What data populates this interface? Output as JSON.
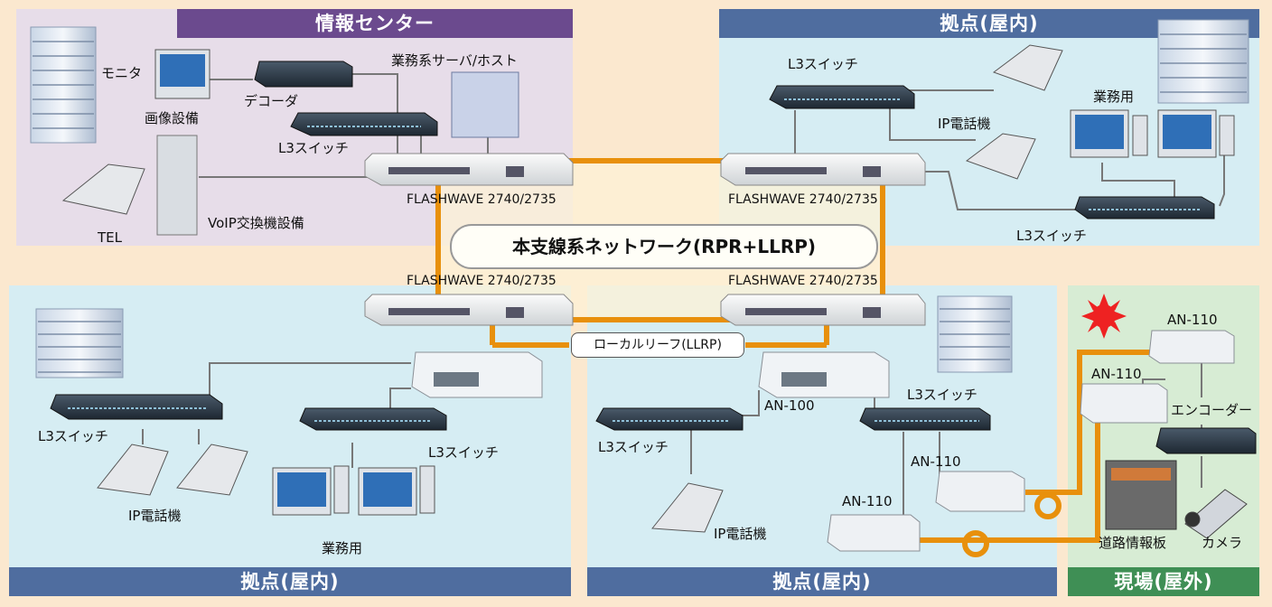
{
  "panels": {
    "info_center": {
      "title": "情報センター",
      "header_color": "#6b4a8e",
      "bg_color": "#e7dde9"
    },
    "site_top_right": {
      "title": "拠点(屋内)",
      "header_color": "#4f6d9f",
      "bg_color": "#d6edf3"
    },
    "site_bottom_left": {
      "title": "拠点(屋内)",
      "header_color": "#4f6d9f",
      "bg_color": "#d6edf3"
    },
    "site_bottom_mid": {
      "title": "拠点(屋内)",
      "header_color": "#4f6d9f",
      "bg_color": "#d6edf3"
    },
    "field": {
      "title": "現場(屋外)",
      "header_color": "#3f8f55",
      "bg_color": "#d7ecd4"
    }
  },
  "network": {
    "core_title": "本支線系ネットワーク(RPR+LLRP)",
    "local_leaf": "ローカルリーフ(LLRP)",
    "ring_color": "#e8900c"
  },
  "labels": {
    "monitor": "モニタ",
    "image_equipment": "画像設備",
    "decoder": "デコーダ",
    "business_server": "業務系サーバ/ホスト",
    "l3_switch": "L3スイッチ",
    "tel": "TEL",
    "voip": "VoIP交換機設備",
    "flashwave": "FLASHWAVE 2740/2735",
    "ip_phone": "IP電話機",
    "business": "業務用",
    "an100": "AN-100",
    "an110": "AN-110",
    "encoder": "エンコーダー",
    "road_board": "道路情報板",
    "camera": "カメラ"
  }
}
